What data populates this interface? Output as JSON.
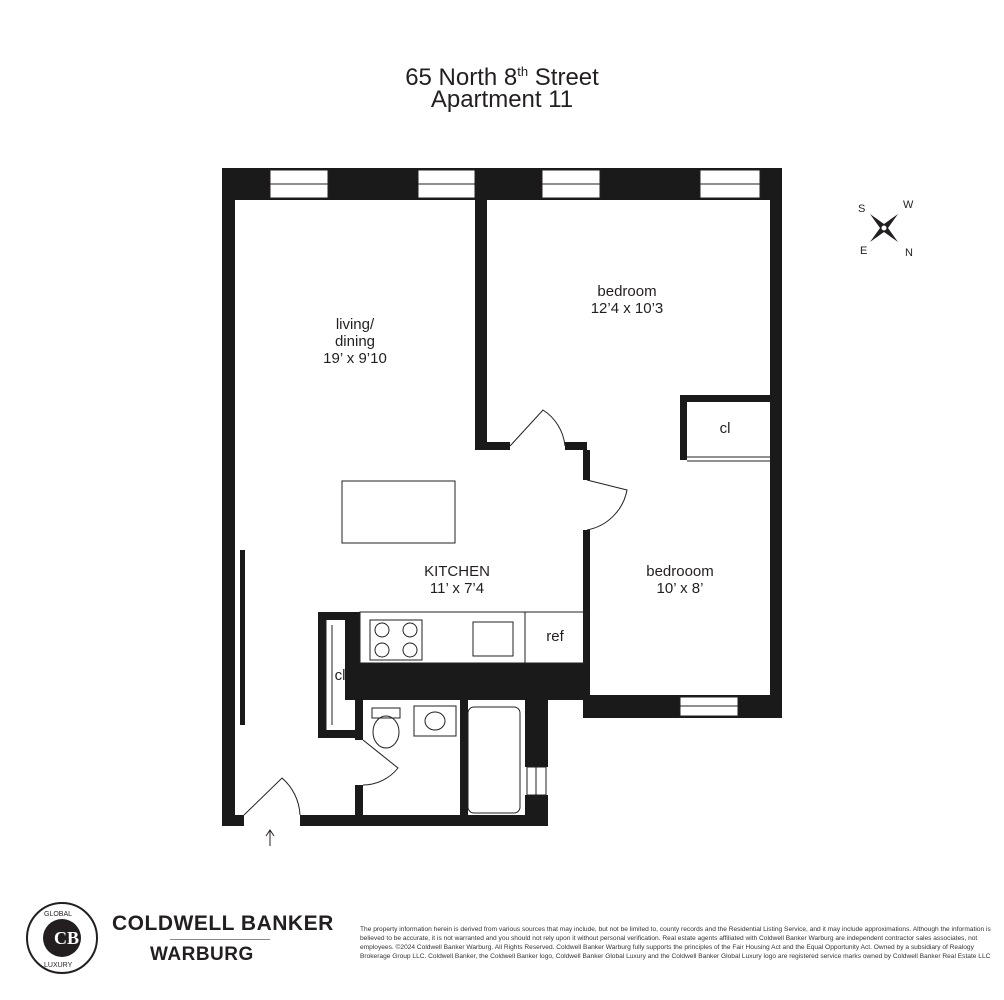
{
  "header": {
    "title_pre": "65 North 8",
    "title_sup": "th",
    "title_post": " Street",
    "subtitle": "Apartment 11"
  },
  "rooms": {
    "living": {
      "name1": "living/",
      "name2": "dining",
      "dims": "19’ x 9’10"
    },
    "bedroom1": {
      "name": "bedroom",
      "dims": "12’4 x 10’3"
    },
    "closet1": {
      "name": "cl"
    },
    "kitchen": {
      "name": "KITCHEN",
      "dims": "11’ x 7’4"
    },
    "bedroom2": {
      "name": "bedrooom",
      "dims": "10’ x 8’"
    },
    "ref": {
      "name": "ref"
    },
    "closet2": {
      "name": "cl"
    }
  },
  "compass": {
    "labels": [
      "S",
      "W",
      "E",
      "N"
    ]
  },
  "footer": {
    "logo_ring_top": "GLOBAL",
    "logo_ring_bottom": "LUXURY",
    "brand_line1": "COLDWELL BANKER",
    "brand_line2": "WARBURG",
    "disclaimer": "The property information herein is derived from various sources that may include, but not be limited to, county records and the Residential Listing Service, and it may include approximations. Although the information is believed to be accurate, it is not warranted and you should not rely upon it without personal verification. Real estate agents affiliated with Coldwell Banker Warburg are independent contractor sales associates, not employees. ©2024 Coldwell Banker Warburg. All Rights Reserved. Coldwell Banker Warburg fully supports the principles of the Fair Housing Act and the Equal Opportunity Act. Owned by a subsidiary of Realogy Brokerage Group LLC. Coldwell Banker, the Coldwell Banker logo, Coldwell Banker Global Luxury and the Coldwell Banker Global Luxury logo are registered service marks owned by Coldwell Banker Real Estate LLC"
  },
  "colors": {
    "wall": "#1a1a1a",
    "line": "#231f20"
  }
}
